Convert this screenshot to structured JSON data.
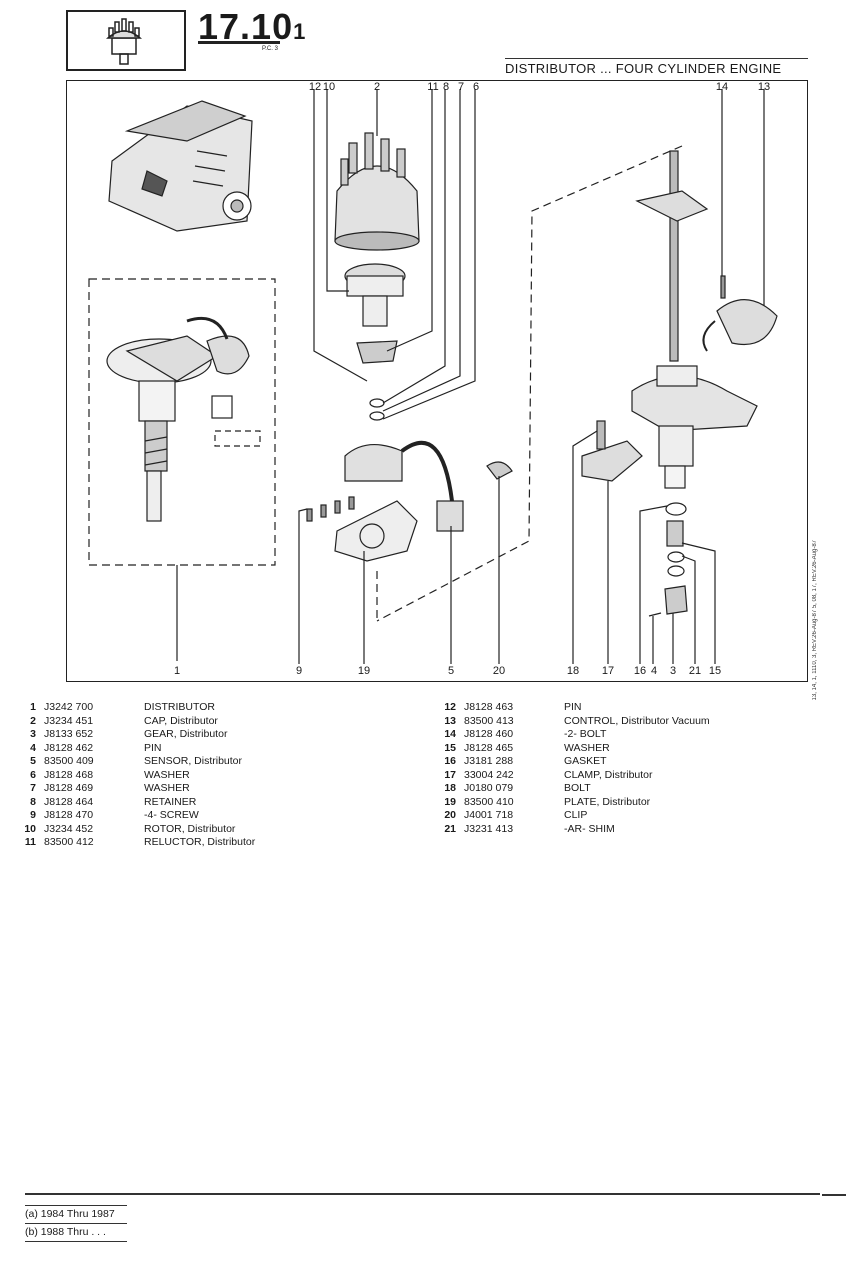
{
  "header": {
    "section": "17.10",
    "section_sub": "1",
    "pc": "P.C. 3",
    "title": "DISTRIBUTOR ... FOUR CYLINDER ENGINE"
  },
  "callouts_top": [
    "12",
    "10",
    "2",
    "11",
    "8",
    "7",
    "6",
    "14",
    "13"
  ],
  "callouts_bottom": [
    "1",
    "9",
    "19",
    "5",
    "20",
    "18",
    "17",
    "16",
    "4",
    "3",
    "21",
    "15"
  ],
  "margin_note": "13, 14, 1, 1110, 3, REV.26-Aug-87 5, 08, 17, REV.26-Aug-87",
  "parts_left": [
    {
      "num": "1",
      "part": "J3242 700",
      "desc": "DISTRIBUTOR"
    },
    {
      "num": "2",
      "part": "J3234 451",
      "desc": "CAP, Distributor"
    },
    {
      "num": "3",
      "part": "J8133 652",
      "desc": "GEAR, Distributor"
    },
    {
      "num": "4",
      "part": "J8128 462",
      "desc": "PIN"
    },
    {
      "num": "5",
      "part": "83500 409",
      "desc": "SENSOR, Distributor"
    },
    {
      "num": "6",
      "part": "J8128 468",
      "desc": "WASHER"
    },
    {
      "num": "7",
      "part": "J8128 469",
      "desc": "WASHER"
    },
    {
      "num": "8",
      "part": "J8128 464",
      "desc": "RETAINER"
    },
    {
      "num": "9",
      "part": "J8128 470",
      "desc": "-4- SCREW"
    },
    {
      "num": "10",
      "part": "J3234 452",
      "desc": "ROTOR, Distributor"
    },
    {
      "num": "11",
      "part": "83500 412",
      "desc": "RELUCTOR, Distributor"
    }
  ],
  "parts_right": [
    {
      "num": "12",
      "part": "J8128 463",
      "desc": "PIN"
    },
    {
      "num": "13",
      "part": "83500 413",
      "desc": "CONTROL, Distributor Vacuum"
    },
    {
      "num": "14",
      "part": "J8128 460",
      "desc": "-2- BOLT"
    },
    {
      "num": "15",
      "part": "J8128 465",
      "desc": "WASHER"
    },
    {
      "num": "16",
      "part": "J3181 288",
      "desc": "GASKET"
    },
    {
      "num": "17",
      "part": "33004 242",
      "desc": "CLAMP, Distributor"
    },
    {
      "num": "18",
      "part": "J0180 079",
      "desc": "BOLT"
    },
    {
      "num": "19",
      "part": "83500 410",
      "desc": "PLATE, Distributor"
    },
    {
      "num": "20",
      "part": "J4001 718",
      "desc": "CLIP"
    },
    {
      "num": "21",
      "part": "J3231 413",
      "desc": "-AR- SHIM"
    }
  ],
  "footnotes": [
    {
      "text": "(a) 1984 Thru 1987"
    },
    {
      "text": "(b) 1988 Thru . . ."
    }
  ]
}
